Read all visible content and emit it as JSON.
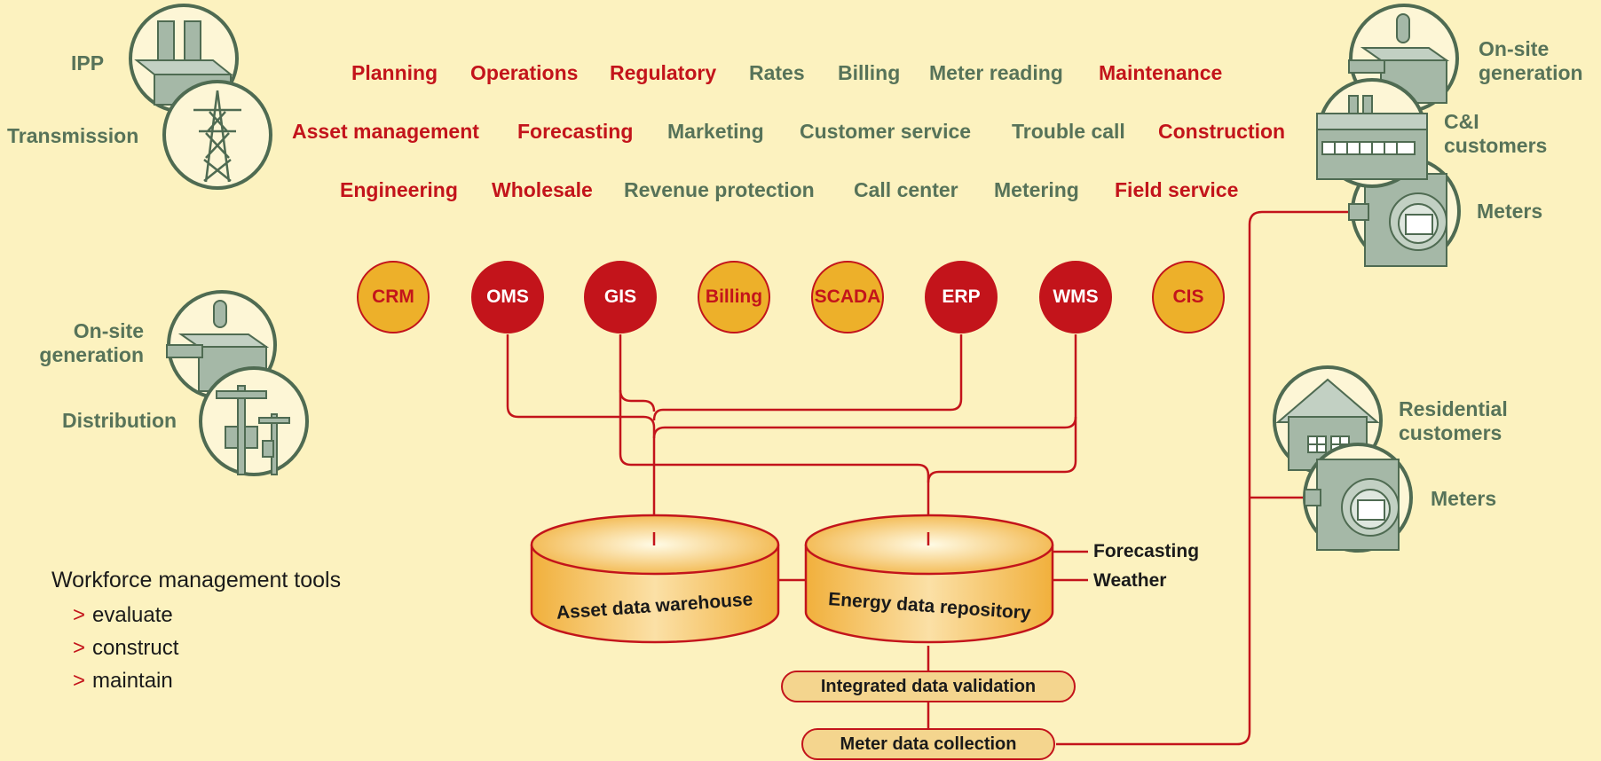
{
  "functions": {
    "row1": [
      {
        "text": "Planning",
        "color": "red"
      },
      {
        "text": "Operations",
        "color": "red"
      },
      {
        "text": "Regulatory",
        "color": "red"
      },
      {
        "text": "Rates",
        "color": "green"
      },
      {
        "text": "Billing",
        "color": "green"
      },
      {
        "text": "Meter reading",
        "color": "green"
      },
      {
        "text": "Maintenance",
        "color": "red"
      }
    ],
    "row2": [
      {
        "text": "Asset management",
        "color": "red"
      },
      {
        "text": "Forecasting",
        "color": "red"
      },
      {
        "text": "Marketing",
        "color": "green"
      },
      {
        "text": "Customer service",
        "color": "green"
      },
      {
        "text": "Trouble call",
        "color": "green"
      },
      {
        "text": "Construction",
        "color": "red"
      }
    ],
    "row3": [
      {
        "text": "Engineering",
        "color": "red"
      },
      {
        "text": "Wholesale",
        "color": "red"
      },
      {
        "text": "Revenue protection",
        "color": "green"
      },
      {
        "text": "Call center",
        "color": "green"
      },
      {
        "text": "Metering",
        "color": "green"
      },
      {
        "text": "Field service",
        "color": "red"
      }
    ]
  },
  "systems": [
    {
      "label": "CRM",
      "style": "yellow"
    },
    {
      "label": "OMS",
      "style": "red"
    },
    {
      "label": "GIS",
      "style": "red"
    },
    {
      "label": "Billing",
      "style": "yellow"
    },
    {
      "label": "SCADA",
      "style": "yellow"
    },
    {
      "label": "ERP",
      "style": "red"
    },
    {
      "label": "WMS",
      "style": "red"
    },
    {
      "label": "CIS",
      "style": "yellow"
    }
  ],
  "left_labels": {
    "ipp": "IPP",
    "transmission": "Transmission",
    "onsite": "On-site generation",
    "distribution": "Distribution"
  },
  "right_labels": {
    "onsite": "On-site generation",
    "ci": "C&I customers",
    "meters_top": "Meters",
    "residential": "Residential customers",
    "meters_bottom": "Meters"
  },
  "databases": {
    "asset": "Asset data warehouse",
    "energy": "Energy data repository"
  },
  "inputs": {
    "forecasting": "Forecasting",
    "weather": "Weather"
  },
  "process": {
    "validation": "Integrated data validation",
    "collection": "Meter data collection"
  },
  "workforce": {
    "title": "Workforce management tools",
    "items": [
      "evaluate",
      "construct",
      "maintain"
    ],
    "bullet": ">"
  },
  "colors": {
    "background": "#fcf2bf",
    "red": "#c3141b",
    "green": "#577359",
    "yellow": "#edb02a",
    "icon_fill": "#a5b8a7",
    "icon_stroke": "#4f6b52"
  }
}
